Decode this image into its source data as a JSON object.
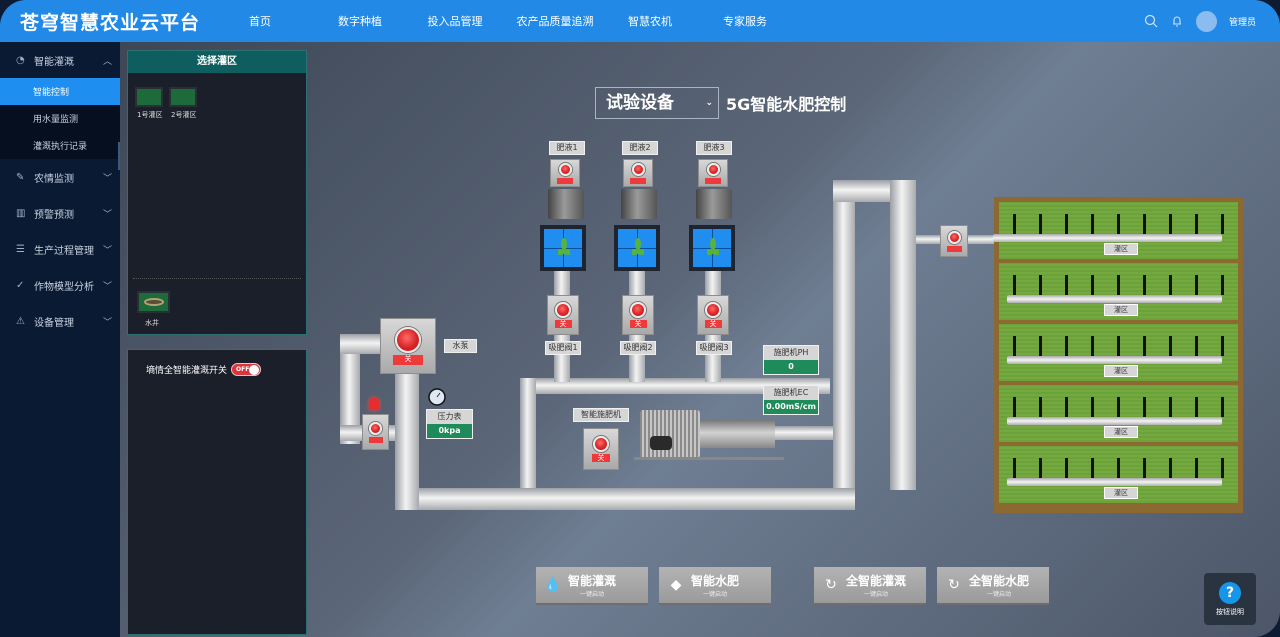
{
  "header": {
    "logo": "苍穹智慧农业云平台",
    "nav": [
      "首页",
      "数字种植",
      "投入品管理",
      "农产品质量追溯",
      "智慧农机",
      "专家服务"
    ],
    "user": "管理员",
    "icons": [
      "search-icon",
      "bell-icon",
      "avatar"
    ]
  },
  "sidebar": {
    "items": [
      {
        "icon": "gauge-icon",
        "label": "智能灌溉",
        "expanded": true,
        "children": [
          {
            "label": "智能控制",
            "active": true
          },
          {
            "label": "用水量监测"
          },
          {
            "label": "灌溉执行记录"
          }
        ]
      },
      {
        "icon": "edit-icon",
        "label": "农情监测"
      },
      {
        "icon": "columns-icon",
        "label": "预警预测"
      },
      {
        "icon": "list-icon",
        "label": "生产过程管理"
      },
      {
        "icon": "check-circle-icon",
        "label": "作物模型分析"
      },
      {
        "icon": "warning-icon",
        "label": "设备管理"
      }
    ]
  },
  "zone_panel": {
    "title": "选择灌区",
    "zones": [
      "1号灌区",
      "2号灌区"
    ],
    "well": "水井"
  },
  "switch_panel": {
    "label": "墒情全智能灌溉开关",
    "switch_state": "OFF"
  },
  "control": {
    "device_select": "试验设备",
    "title": "5G智能水肥控制",
    "fert_tanks": [
      "肥液1",
      "肥液2",
      "肥液3"
    ],
    "suction_valves": [
      "吸肥阀1",
      "吸肥阀2",
      "吸肥阀3"
    ],
    "valve_state": "关",
    "pump": "水泵",
    "pressure_label": "压力表",
    "pressure_value": "0kpa",
    "fertilizer_machine": "智能施肥机",
    "ph_label": "施肥机PH",
    "ph_value": "0",
    "ec_label": "施肥机EC",
    "ec_value": "0.00mS/cm",
    "field_rows": [
      "灌区",
      "灌区",
      "灌区",
      "灌区",
      "灌区"
    ]
  },
  "actions": [
    {
      "icon": "drops-icon",
      "label": "智能灌溉",
      "sub": "一键启动"
    },
    {
      "icon": "fertilizer-bag-icon",
      "label": "智能水肥",
      "sub": "一键启动"
    },
    {
      "icon": "cycle-drops-icon",
      "label": "全智能灌溉",
      "sub": "一键启动"
    },
    {
      "icon": "cycle-fertilizer-icon",
      "label": "全智能水肥",
      "sub": "一键启动"
    }
  ],
  "help": {
    "label": "按钮说明"
  },
  "colors": {
    "header": "#228ae6",
    "active": "#1e8ef0",
    "off": "#ee3a3a",
    "meter": "#1f8a5a"
  }
}
